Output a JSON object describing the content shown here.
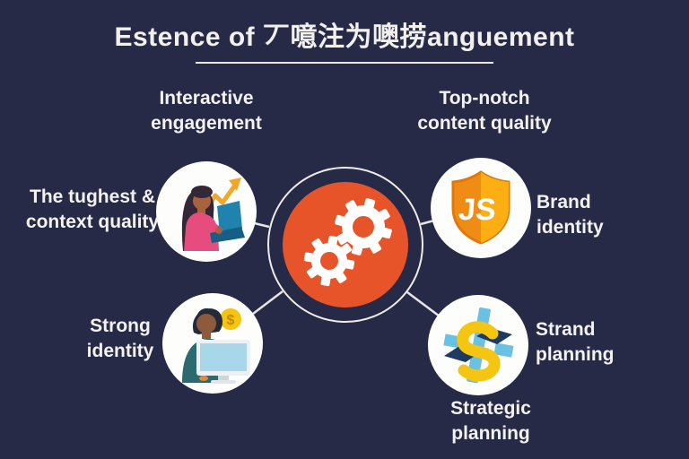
{
  "title": {
    "text": "Estence of 丆噫注为噢捞anguement"
  },
  "labels": {
    "top_left": {
      "line1": "Interactive",
      "line2": "engagement"
    },
    "top_right": {
      "line1": "Top-notch",
      "line2": "content quality"
    },
    "mid_left": {
      "line1": "The tughest &",
      "line2": "context quality"
    },
    "mid_right": {
      "line1": "Brand",
      "line2": "identity"
    },
    "bottom_left": {
      "line1": "Strong",
      "line2": "identity"
    },
    "bottom_right": {
      "line1": "Strand",
      "line2": "planning"
    },
    "bottom_center": {
      "line1": "Strategic",
      "line2": "planning"
    }
  },
  "hub": {
    "icon": "gears-icon"
  },
  "nodes": {
    "top_left": {
      "icon": "woman-laptop-growth-icon"
    },
    "top_right": {
      "icon": "js-shield-icon",
      "shield_text": "JS"
    },
    "bottom_left": {
      "icon": "man-computer-money-icon",
      "coin_symbol": "$"
    },
    "bottom_right": {
      "icon": "strategy-sync-icon"
    }
  },
  "colors": {
    "background": "#262a47",
    "hub_orange": "#e7542a",
    "node_white": "#fdfdfb",
    "text_white": "#f4f2ee",
    "shield_orange": "#ef8c15",
    "shield_yellow": "#fcae13",
    "coin_yellow": "#f5c514",
    "arrow_yellow": "#f2a72a",
    "pink_shirt": "#e64c7e",
    "laptop_teal": "#2083ad",
    "jacket_teal": "#2c6a70",
    "screen_blue": "#a9d7ea",
    "icon_navy": "#1e3a60",
    "icon_cyan": "#6ac2e2"
  }
}
